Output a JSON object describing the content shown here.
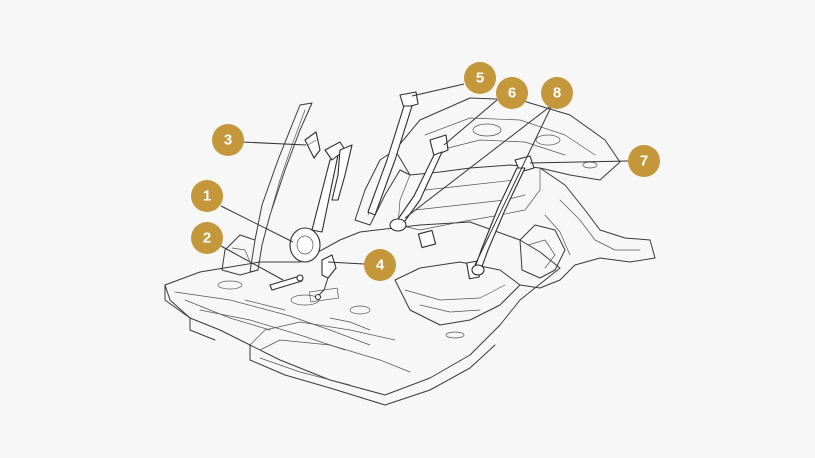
{
  "callouts": [
    {
      "id": "1",
      "label": "1"
    },
    {
      "id": "2",
      "label": "2"
    },
    {
      "id": "3",
      "label": "3"
    },
    {
      "id": "4",
      "label": "4"
    },
    {
      "id": "5",
      "label": "5"
    },
    {
      "id": "6",
      "label": "6"
    },
    {
      "id": "7",
      "label": "7"
    },
    {
      "id": "8",
      "label": "8"
    }
  ],
  "colors": {
    "callout_fill": "#c4973b",
    "background": "#f7f7f7",
    "line_art": "#3a3a3a"
  }
}
